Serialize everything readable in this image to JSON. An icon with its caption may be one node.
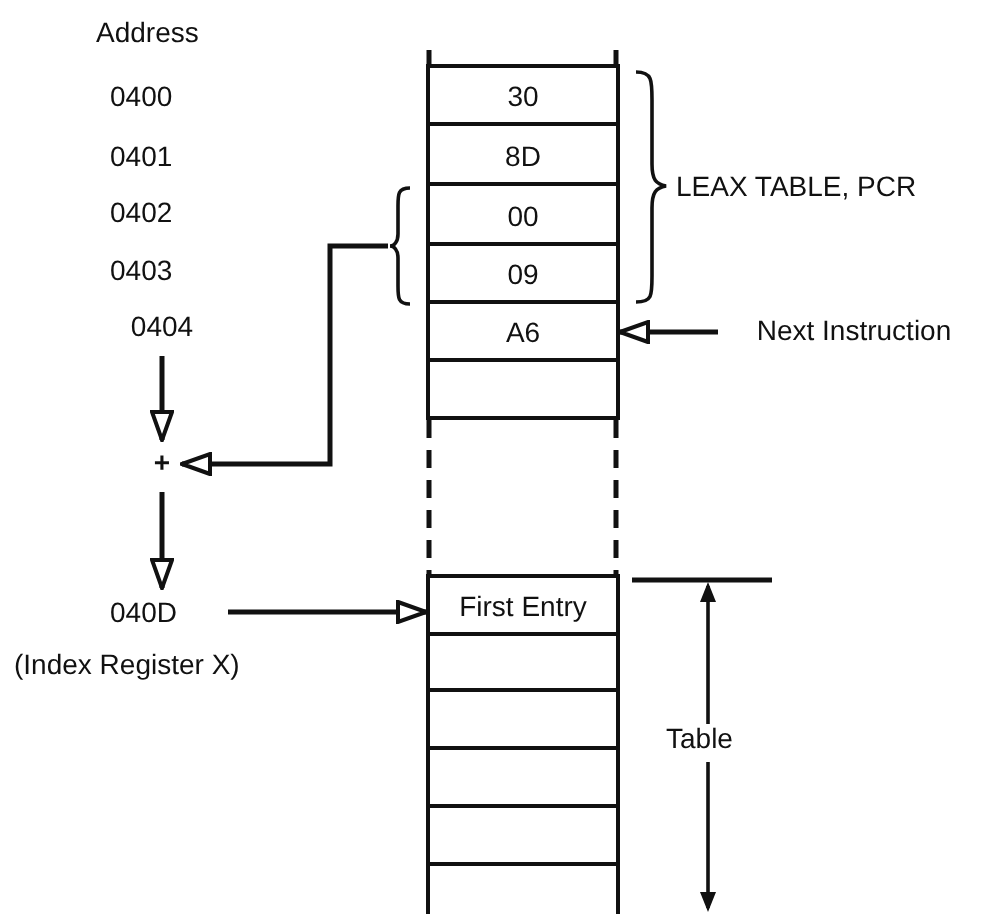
{
  "diagram": {
    "nodes": [
      {
        "text": [
          "0404"
        ]
      },
      {
        "text": [
          "30"
        ]
      },
      {
        "text": [
          "8D"
        ]
      },
      {
        "text": [],
        "shape": "bracket"
      },
      {
        "text": [
          "00"
        ]
      },
      {
        "text": [
          "09"
        ]
      },
      {
        "text": [
          "A6"
        ]
      },
      {
        "text": [
          "Next Instruction"
        ]
      },
      {
        "text": [],
        "shape": "box"
      },
      {
        "text": [
          "+"
        ]
      },
      {
        "text": [
          "040D"
        ],
        "beside": [
          "(Index Register X)"
        ]
      },
      {
        "text": [
          "First Entry"
        ]
      },
      {
        "text": [],
        "shape": "box"
      },
      {
        "text": [],
        "shape": "box"
      },
      {
        "text": [],
        "shape": "box"
      },
      {
        "text": [],
        "shape": "box"
      },
      {
        "text": [],
        "shape": "box"
      }
    ],
    "edges": [
      {
        "from": 0,
        "to": 9,
        "arrow": "to"
      },
      {
        "from": 3,
        "to": 9,
        "arrow": "to"
      },
      {
        "from": 9,
        "to": 10,
        "arrow": "to"
      },
      {
        "from": 10,
        "to": 11,
        "arrow": "to"
      },
      {
        "from": 7,
        "to": 6,
        "arrow": "to"
      }
    ],
    "labels": [
      "Address",
      "0400",
      "0401",
      "0402",
      "0403",
      "LEAX TABLE, PCR",
      "Table"
    ]
  }
}
